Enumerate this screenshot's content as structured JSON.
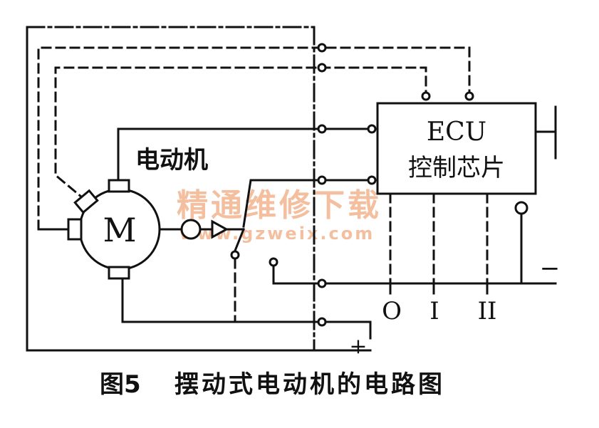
{
  "diagram": {
    "motor_label": "电动机",
    "motor_symbol": "M",
    "ecu_line1": "ECU",
    "ecu_line2": "控制芯片",
    "watermark_cn": "精通维修下载",
    "watermark_url": "www.gzweix.com",
    "minus_label": "−",
    "plus_label": "+",
    "pos_o": "O",
    "pos_i": "I",
    "pos_ii": "II",
    "watermark_color": "#f2b48f"
  },
  "caption": {
    "number": "图5",
    "title": "摆动式电动机的电路图"
  }
}
